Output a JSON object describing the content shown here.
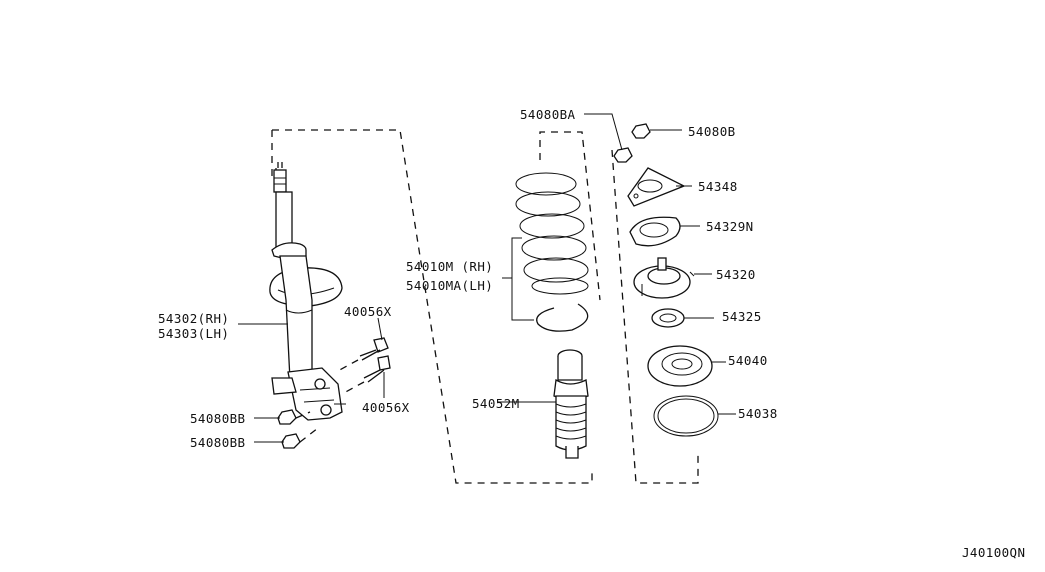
{
  "parts": {
    "p54080BA": "54080BA",
    "p54080B": "54080B",
    "p54348": "54348",
    "p54329N": "54329N",
    "p54320": "54320",
    "p54325": "54325",
    "p54040": "54040",
    "p54038": "54038",
    "p54010M": "54010M (RH)",
    "p54010MA": "54010MA(LH)",
    "p54052M": "54052M",
    "p54302": "54302(RH)",
    "p54303": "54303(LH)",
    "p40056X_top": "40056X",
    "p40056X_bottom": "40056X",
    "p54080BB_top": "54080BB",
    "p54080BB_bottom": "54080BB"
  },
  "diagram_code": "J40100QN"
}
